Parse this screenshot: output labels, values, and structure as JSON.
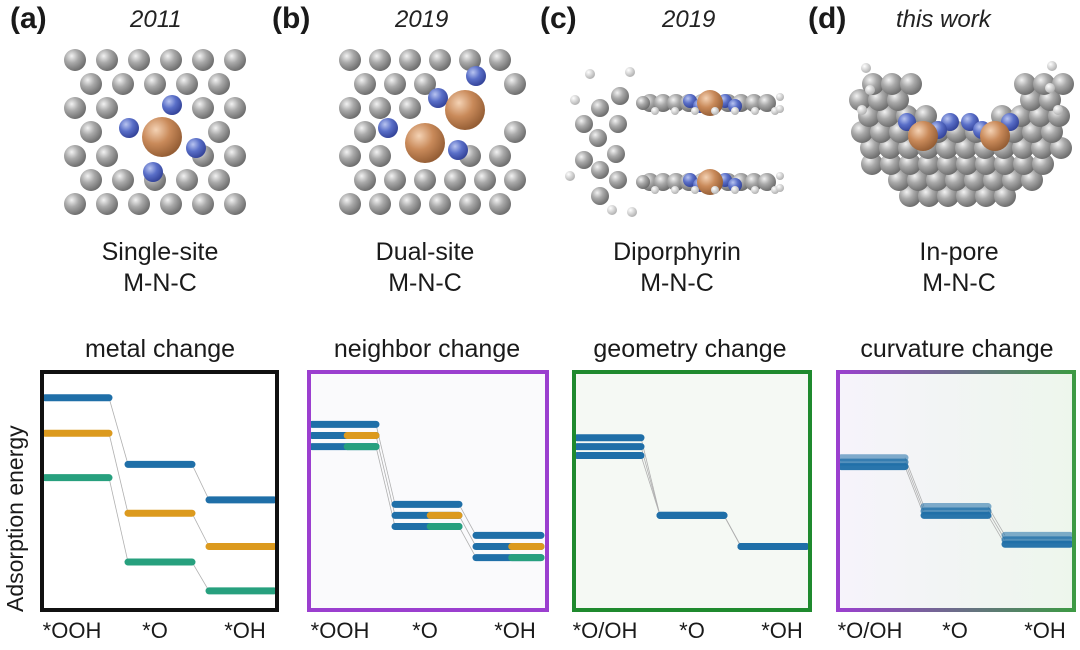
{
  "panels": [
    {
      "label": "(a)",
      "year": "2011",
      "name": "Single-site",
      "sub": "M-N-C"
    },
    {
      "label": "(b)",
      "year": "2019",
      "name": "Dual-site",
      "sub": "M-N-C"
    },
    {
      "label": "(c)",
      "year": "2019",
      "name": "Diporphyrin",
      "sub": "M-N-C"
    },
    {
      "label": "(d)",
      "year": "this work",
      "name": "In-pore",
      "sub": "M-N-C"
    }
  ],
  "colors": {
    "carbon": "#a6a6a6",
    "nitrogen": "#5a6fc8",
    "metal": "#c98a5a",
    "hydrogen": "#e6e6e6",
    "blue": "#1f6fa8",
    "orange": "#dc9a1e",
    "green": "#27a07e",
    "frame_a": "#111111",
    "frame_b": "#9b3fcf",
    "frame_c": "#1f8a2e",
    "frame_d_left": "#9b3fcf",
    "frame_d_right": "#3d9a44"
  },
  "chart_data": [
    {
      "type": "diagram",
      "title": "metal change",
      "ylabel": "Adsorption energy",
      "categories": [
        "*OOH",
        "*O",
        "*OH"
      ],
      "series": [
        {
          "color": "blue",
          "values": [
            9.2,
            6.2,
            4.6
          ]
        },
        {
          "color": "orange",
          "values": [
            7.6,
            4.0,
            2.5
          ]
        },
        {
          "color": "green",
          "values": [
            5.6,
            1.8,
            0.5
          ]
        }
      ]
    },
    {
      "type": "diagram",
      "title": "neighbor change",
      "ylabel": "",
      "categories": [
        "*OOH",
        "*O",
        "*OH"
      ],
      "series": [
        {
          "color": "blue",
          "values": [
            8.0,
            4.4,
            3.0
          ]
        },
        {
          "color": "blue-orange",
          "values": [
            7.5,
            3.9,
            2.5
          ]
        },
        {
          "color": "blue-green",
          "values": [
            7.0,
            3.4,
            2.0
          ]
        }
      ]
    },
    {
      "type": "diagram",
      "title": "geometry change",
      "ylabel": "",
      "categories": [
        "*O/OH",
        "*O",
        "*OH"
      ],
      "series": [
        {
          "color": "blue",
          "values": [
            7.4,
            3.9,
            2.5
          ]
        },
        {
          "color": "blue",
          "values": [
            7.0,
            3.9,
            2.5
          ]
        },
        {
          "color": "blue",
          "values": [
            6.6,
            3.9,
            2.5
          ]
        }
      ]
    },
    {
      "type": "diagram",
      "title": "curvature change",
      "ylabel": "",
      "categories": [
        "*O/OH",
        "*O",
        "*OH"
      ],
      "series": [
        {
          "color": "blue",
          "values": [
            6.5,
            4.3,
            3.0
          ]
        },
        {
          "color": "blue",
          "values": [
            6.3,
            4.1,
            2.8
          ]
        },
        {
          "color": "blue",
          "values": [
            6.1,
            3.9,
            2.6
          ]
        }
      ]
    }
  ]
}
